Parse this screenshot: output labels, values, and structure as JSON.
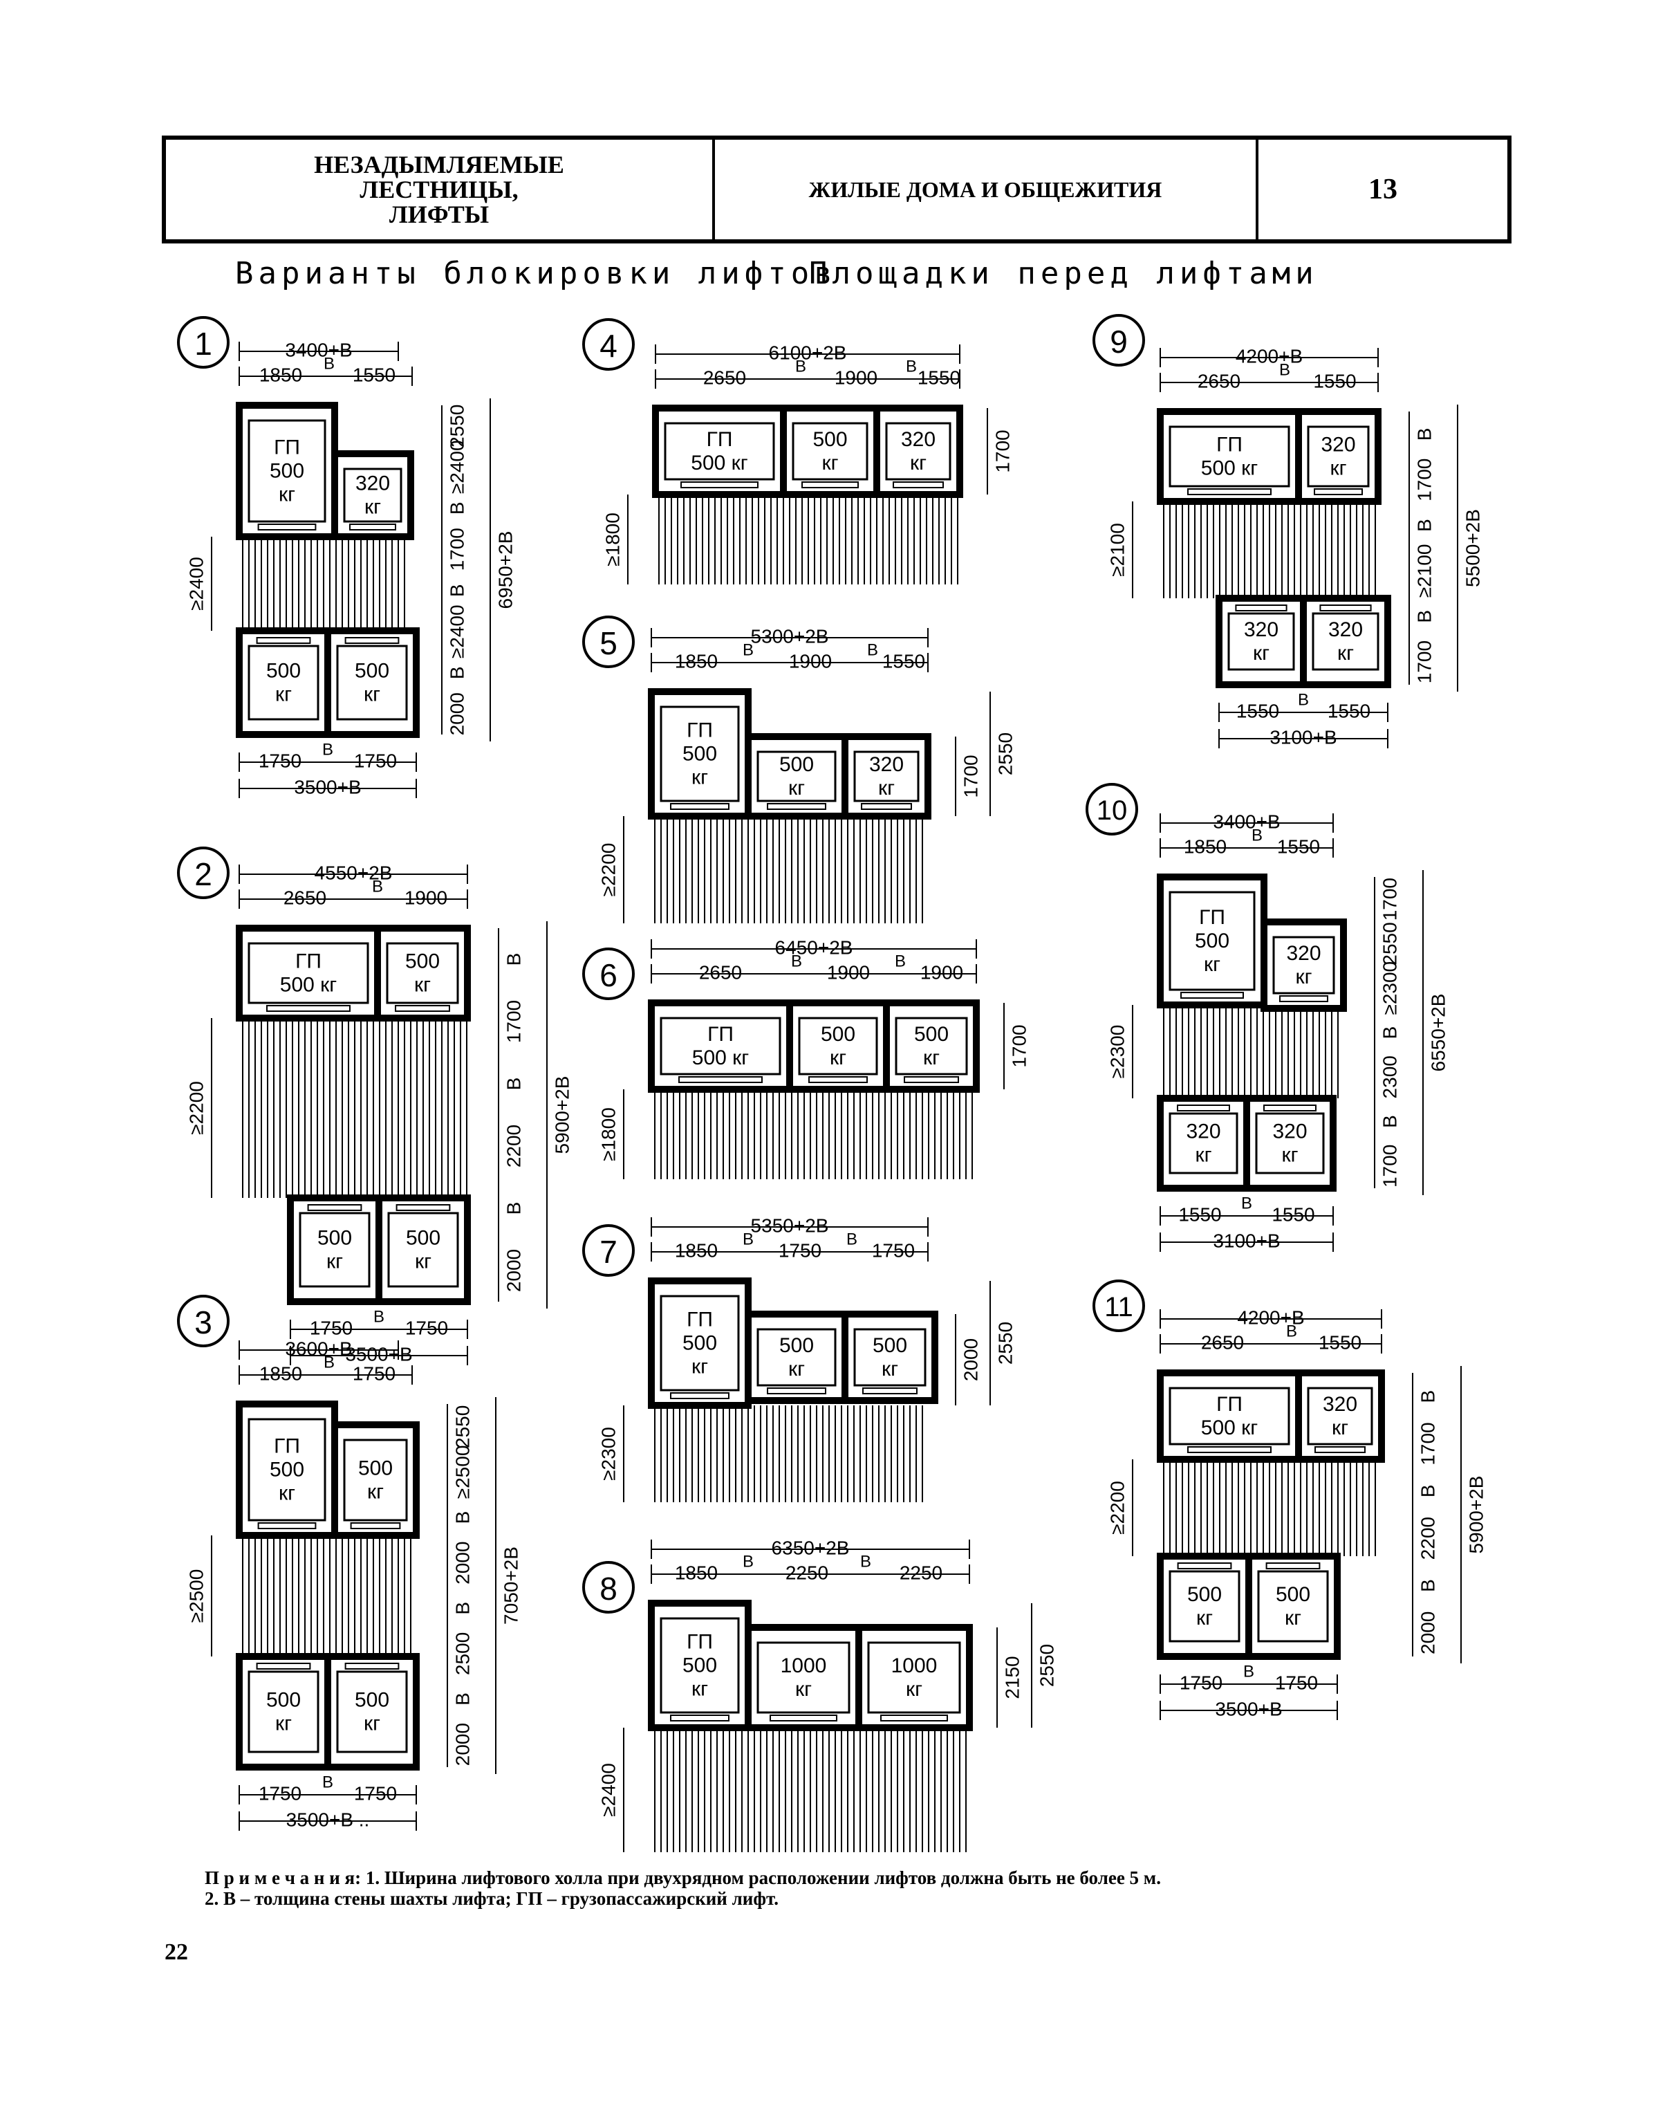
{
  "header": {
    "section_lines": [
      "НЕЗАДЫМЛЯЕМЫЕ",
      "ЛЕСТНИЦЫ,",
      "ЛИФТЫ"
    ],
    "category": "ЖИЛЫЕ ДОМА И ОБЩЕЖИТИЯ",
    "sheet_number": "13"
  },
  "subtitle_left": "Варианты блокировки лифтов",
  "subtitle_right": "Площадки перед лифтами",
  "notes": {
    "label": "П р и м е ч а н и я:",
    "line1": "1. Ширина лифтового холла при двухрядном расположении лифтов должна быть не более 5 м.",
    "line2": "2. В – толщина стены шахты лифта;  ГП – грузопассажирский лифт."
  },
  "page_number": "22",
  "variants": [
    {
      "number": "1",
      "overall_width": "3400+В",
      "segments": [
        "1850",
        "В",
        "1550"
      ],
      "bottom_segments": [
        "1750",
        "В",
        "1750"
      ],
      "bottom_total": "3500+В",
      "depths": [
        "2550",
        "≥2400",
        "В",
        "1700",
        "В",
        "≥2400",
        "В",
        "2000",
        "6950+2В"
      ],
      "cabins": [
        [
          "ГП",
          "500",
          "кг"
        ],
        [
          "320",
          "кг"
        ],
        [
          "500",
          "кг"
        ],
        [
          "500",
          "кг"
        ]
      ]
    },
    {
      "number": "2",
      "overall_width": "4550+2В",
      "segments": [
        "2650",
        "В",
        "1900"
      ],
      "bottom_segments": [
        "1750",
        "В",
        "1750"
      ],
      "bottom_total": "3500+В",
      "depths": [
        "≥2200",
        "В",
        "1700",
        "В",
        "2200",
        "В",
        "2000",
        "5900+2В"
      ],
      "cabins": [
        [
          "ГП",
          "500 кг"
        ],
        [
          "500",
          "кг"
        ],
        [
          "500",
          "кг"
        ],
        [
          "500",
          "кг"
        ]
      ]
    },
    {
      "number": "3",
      "overall_width": "3600+В",
      "segments": [
        "1850",
        "В",
        "1750"
      ],
      "bottom_segments": [
        "1750",
        "В",
        "1750"
      ],
      "bottom_total": "3500+В ..",
      "depths": [
        "2550",
        "≥2500",
        "В",
        "2000",
        "В",
        "2500",
        "В",
        "2000",
        "7050+2В"
      ],
      "cabins": [
        [
          "ГП",
          "500",
          "кг"
        ],
        [
          "500",
          "кг"
        ],
        [
          "500",
          "кг"
        ],
        [
          "500",
          "кг"
        ]
      ]
    },
    {
      "number": "4",
      "overall_width": "6100+2В",
      "segments": [
        "2650",
        "В",
        "1900",
        "В",
        "1550"
      ],
      "depths": [
        "1700",
        "≥1800"
      ],
      "cabins": [
        [
          "ГП",
          "500 кг"
        ],
        [
          "500",
          "кг"
        ],
        [
          "320",
          "кг"
        ]
      ]
    },
    {
      "number": "5",
      "overall_width": "5300+2В",
      "segments": [
        "1850",
        "В",
        "1900",
        "В",
        "1550"
      ],
      "depths": [
        "1700",
        "2550",
        "≥2200"
      ],
      "cabins": [
        [
          "ГП",
          "500",
          "кг"
        ],
        [
          "500",
          "кг"
        ],
        [
          "320",
          "кг"
        ]
      ]
    },
    {
      "number": "6",
      "overall_width": "6450+2В",
      "segments": [
        "2650",
        "В",
        "1900",
        "В",
        "1900"
      ],
      "depths": [
        "1700",
        "≥1800"
      ],
      "cabins": [
        [
          "ГП",
          "500 кг"
        ],
        [
          "500",
          "кг"
        ],
        [
          "500",
          "кг"
        ]
      ]
    },
    {
      "number": "7",
      "overall_width": "5350+2В",
      "segments": [
        "1850",
        "В",
        "1750",
        "В",
        "1750"
      ],
      "depths": [
        "2000",
        "2550",
        "≥2300"
      ],
      "cabins": [
        [
          "ГП",
          "500",
          "кг"
        ],
        [
          "500",
          "кг"
        ],
        [
          "500",
          "кг"
        ]
      ]
    },
    {
      "number": "8",
      "overall_width": "6350+2В",
      "segments": [
        "1850",
        "В",
        "2250",
        "В",
        "2250"
      ],
      "depths": [
        "2150",
        "2550",
        "≥2400"
      ],
      "cabins": [
        [
          "ГП",
          "500",
          "кг"
        ],
        [
          "1000",
          "кг"
        ],
        [
          "1000",
          "кг"
        ]
      ]
    },
    {
      "number": "9",
      "overall_width": "4200+В",
      "segments": [
        "2650",
        "В",
        "1550"
      ],
      "bottom_segments": [
        "1550",
        "В",
        "1550"
      ],
      "bottom_total": "3100+В",
      "depths": [
        "≥2100",
        "В",
        "1700",
        "В",
        "≥2100",
        "В",
        "1700",
        "5500+2В"
      ],
      "cabins": [
        [
          "ГП",
          "500 кг"
        ],
        [
          "320",
          "кг"
        ],
        [
          "320",
          "кг"
        ],
        [
          "320",
          "кг"
        ]
      ]
    },
    {
      "number": "10",
      "overall_width": "3400+В",
      "segments": [
        "1850",
        "В",
        "1550"
      ],
      "bottom_segments": [
        "1550",
        "В",
        "1550"
      ],
      "bottom_total": "3100+В",
      "depths": [
        "1700",
        "2550",
        "≥2300",
        "В",
        "2300",
        "В",
        "1700",
        "6550+2В"
      ],
      "cabins": [
        [
          "ГП",
          "500",
          "кг"
        ],
        [
          "320",
          "кг"
        ],
        [
          "320",
          "кг"
        ],
        [
          "320",
          "кг"
        ]
      ]
    },
    {
      "number": "11",
      "overall_width": "4200+В",
      "segments": [
        "2650",
        "В",
        "1550"
      ],
      "bottom_segments": [
        "1750",
        "В",
        "1750"
      ],
      "bottom_total": "3500+В",
      "depths": [
        "≥2200",
        "В",
        "1700",
        "В",
        "2200",
        "В",
        "2000",
        "5900+2В"
      ],
      "cabins": [
        [
          "ГП",
          "500 кг"
        ],
        [
          "320",
          "кг"
        ],
        [
          "500",
          "кг"
        ],
        [
          "500",
          "кг"
        ]
      ]
    }
  ]
}
